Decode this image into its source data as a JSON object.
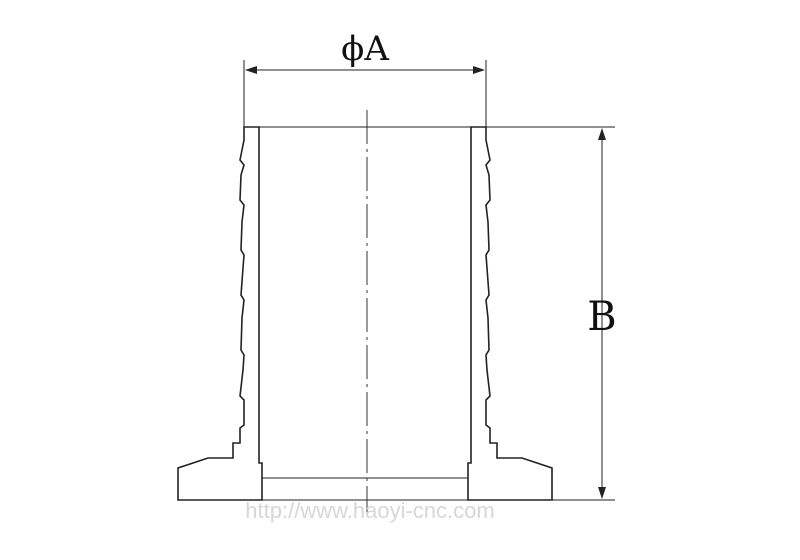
{
  "dimensions": {
    "diameter_symbol": "ϕ",
    "diameter_label": "A",
    "height_label": "B"
  },
  "watermark": "http://www.haoyi-cnc.com",
  "colors": {
    "line": "#222222",
    "background": "#ffffff",
    "watermark": "#d7d7d7"
  }
}
